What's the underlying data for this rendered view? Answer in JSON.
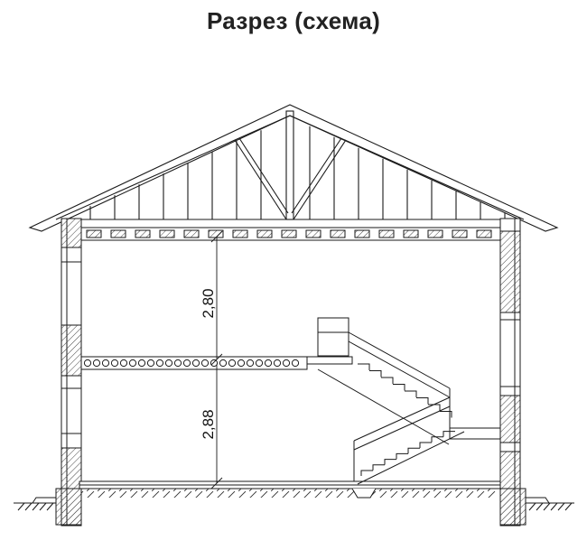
{
  "title": "Разрез (схема)",
  "dimensions": {
    "upper_floor_height": "2,80",
    "lower_floor_height": "2,88"
  },
  "colors": {
    "line": "#1a1a1a",
    "hatch": "#444444",
    "background": "#ffffff"
  }
}
